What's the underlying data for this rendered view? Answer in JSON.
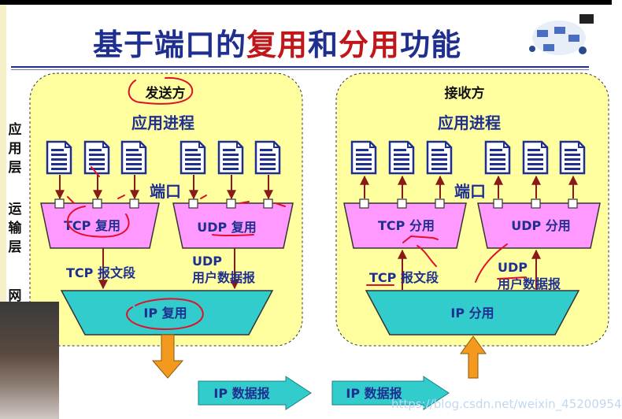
{
  "title": {
    "part1": "基于端口的",
    "part2": "复用",
    "part3": "和",
    "part4": "分用",
    "part5": "功能"
  },
  "side_labels": {
    "app": "应用层",
    "transport": "运输层",
    "network": "网"
  },
  "sender": {
    "title": "发送方",
    "app_process": "应用进程",
    "port_label": "端口",
    "tcp_box": "TCP 复用",
    "udp_box": "UDP 复用",
    "tcp_segment": "TCP 报文段",
    "udp_line1": "UDP",
    "udp_line2": "用户数据报",
    "ip_box": "IP 复用",
    "datagram": "IP 数据报"
  },
  "receiver": {
    "title": "接收方",
    "app_process": "应用进程",
    "port_label": "端口",
    "tcp_box": "TCP 分用",
    "udp_box": "UDP 分用",
    "tcp_segment": "TCP 报文段",
    "udp_line1": "UDP",
    "udp_line2": "用户数据报",
    "ip_box": "IP 分用",
    "datagram": "IP 数据报"
  },
  "watermark": "https://blog.csdn.net/weixin_45200954",
  "colors": {
    "title": "#1f2f8f",
    "accent": "#c0181a",
    "panel": "#ffffa0",
    "transport_box": "#ff99ff",
    "ip_box": "#33cccc",
    "doc": "#1f2f8f",
    "down_arrow": "#f39a1e",
    "datagram_arrow": "#33cccc",
    "annotation": "#e0102a"
  },
  "icons": [
    "document-icon",
    "port-square-icon",
    "down-arrow-icon",
    "up-arrow-icon",
    "datagram-arrow-icon"
  ]
}
